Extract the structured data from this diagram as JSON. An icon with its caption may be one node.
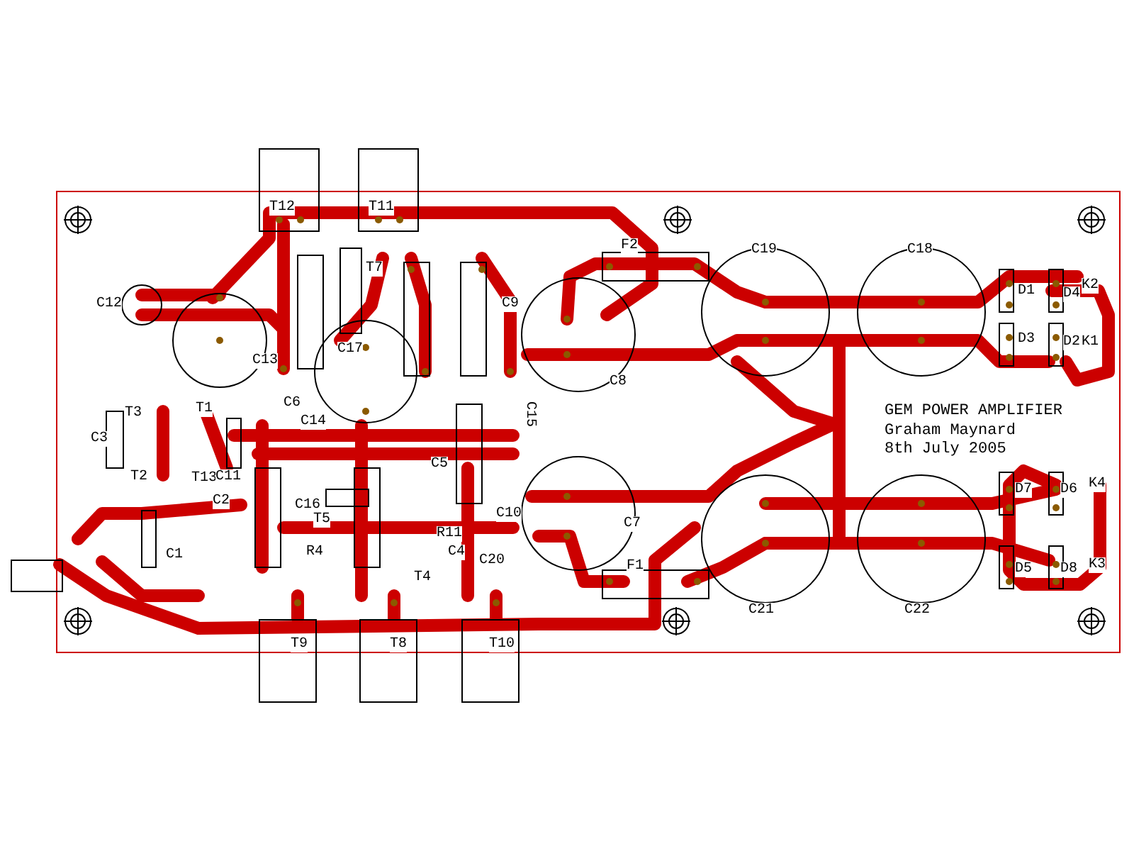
{
  "diagram": {
    "title": "GEM POWER AMPLIFIER",
    "labels": [
      "T12",
      "T11",
      "F2",
      "C19",
      "C18",
      "T7",
      "D1",
      "D4",
      "K2",
      "C12",
      "C9",
      "C17",
      "D3",
      "D2",
      "K1",
      "C13",
      "C8",
      "C6",
      "C15",
      "T3",
      "T1",
      "C14",
      "C3",
      "Graham Maynard",
      "8th July 2005",
      "C5",
      "T2",
      "T13",
      "C11",
      "D7",
      "D6",
      "K4",
      "C2",
      "C16",
      "T5",
      "C10",
      "R11",
      "C7",
      "C1",
      "R4",
      "C4",
      "C20",
      "F1",
      "D5",
      "D8",
      "K3",
      "T4",
      "C21",
      "C22",
      "T9",
      "T8",
      "T10"
    ]
  }
}
